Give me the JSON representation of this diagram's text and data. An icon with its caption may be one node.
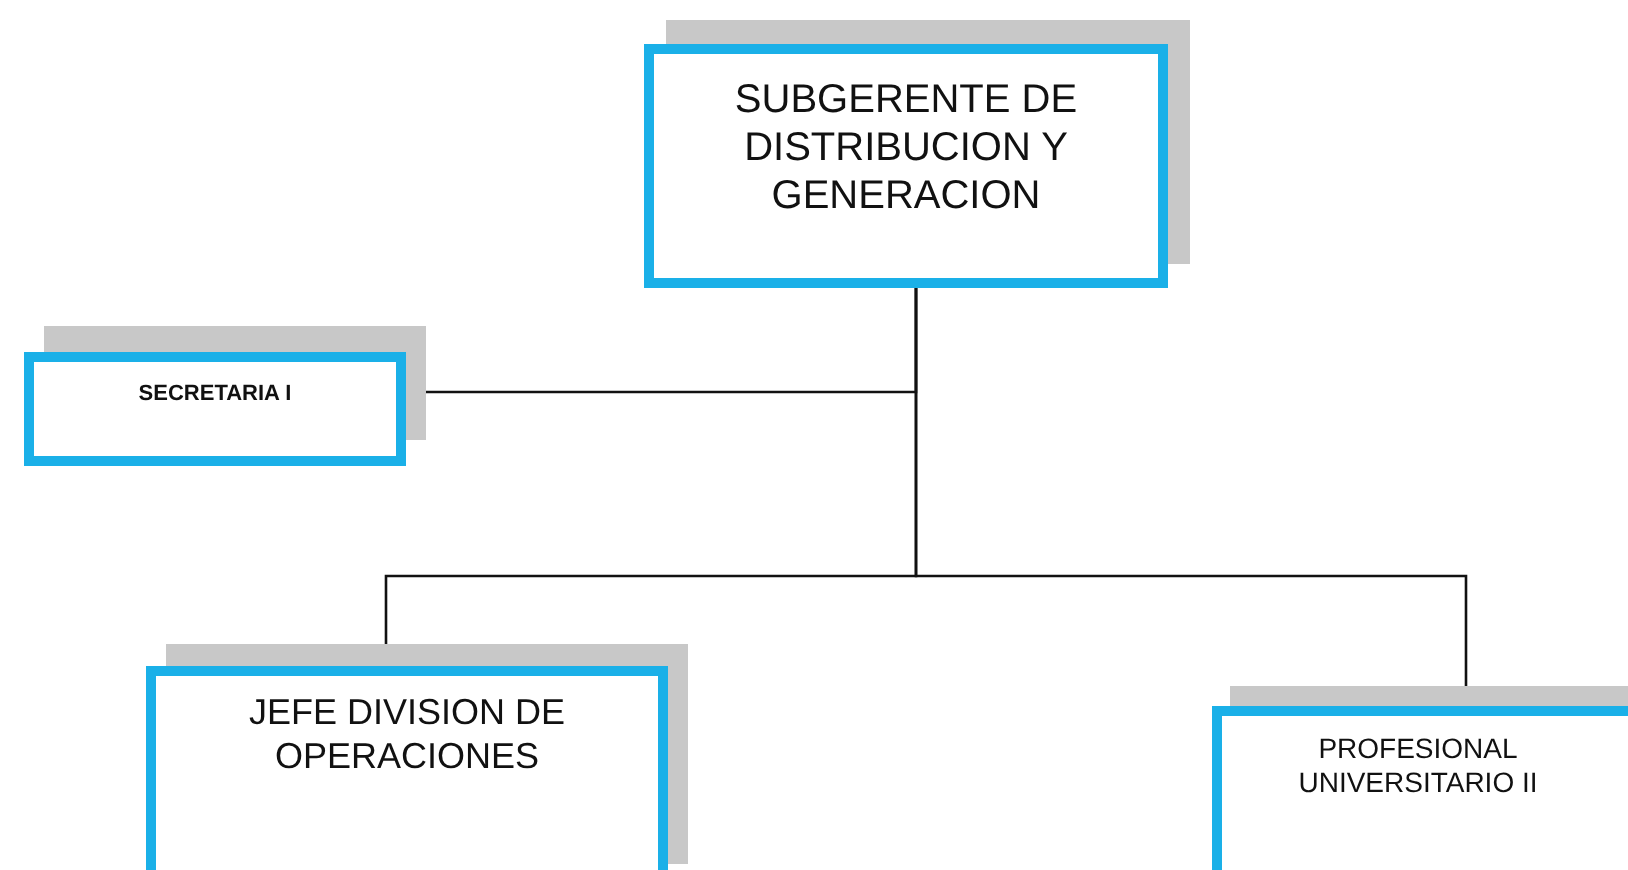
{
  "diagram": {
    "nodes": [
      {
        "text": [
          "SUBGERENTE DE DISTRIBUCION Y GENERACION"
        ]
      },
      {
        "text": [
          "SECRETARIA I"
        ]
      },
      {
        "text": [
          "JEFE DIVISION DE OPERACIONES"
        ]
      },
      {
        "text": [
          "PROFESIONAL UNIVERSITARIO II"
        ]
      }
    ],
    "edges": [
      {
        "from": 0,
        "to": 1,
        "arrow": "none"
      },
      {
        "from": 0,
        "to": 2,
        "arrow": "none"
      },
      {
        "from": 0,
        "to": 3,
        "arrow": "none"
      }
    ]
  }
}
